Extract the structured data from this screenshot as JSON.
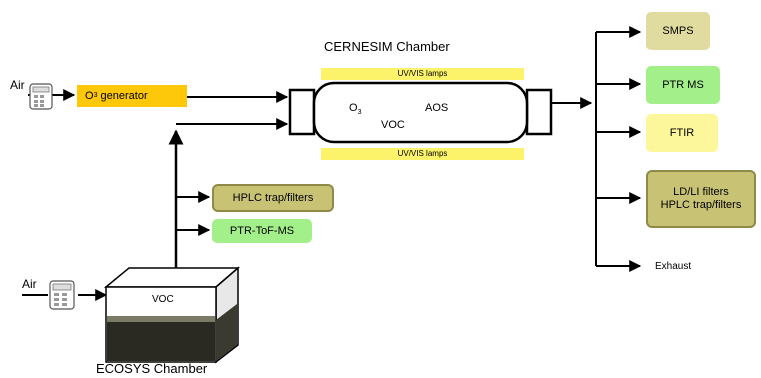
{
  "cernesim": {
    "title": "CERNESIM Chamber",
    "lamp_top": "UV/VIS lamps",
    "lamp_bottom": "UV/VIS lamps",
    "o3_label": "O",
    "o3_sub": "3",
    "voc_label": "VOC",
    "aos_label": "AOS"
  },
  "inlet": {
    "air_label": "Air",
    "o3_generator_prefix": "O",
    "o3_generator_sub": "3",
    "o3_generator_suffix": " generator"
  },
  "ecosys": {
    "title": "ECOSYS Chamber",
    "air_label": "Air",
    "voc_label": "VOC"
  },
  "mid_instruments": {
    "hplc": "HPLC trap/filters",
    "ptr_tof": "PTR-ToF-MS"
  },
  "outputs": {
    "smps": "SMPS",
    "ptr_ms": "PTR MS",
    "ftir": "FTIR",
    "filters_line1": "LD/LI filters",
    "filters_line2": "HPLC trap/filters",
    "exhaust": "Exhaust"
  },
  "colors": {
    "green": "#a3f08a",
    "olive": "#c8c275",
    "lamp_yellow": "#fdf36a",
    "o3_orange": "#fdc70a"
  }
}
